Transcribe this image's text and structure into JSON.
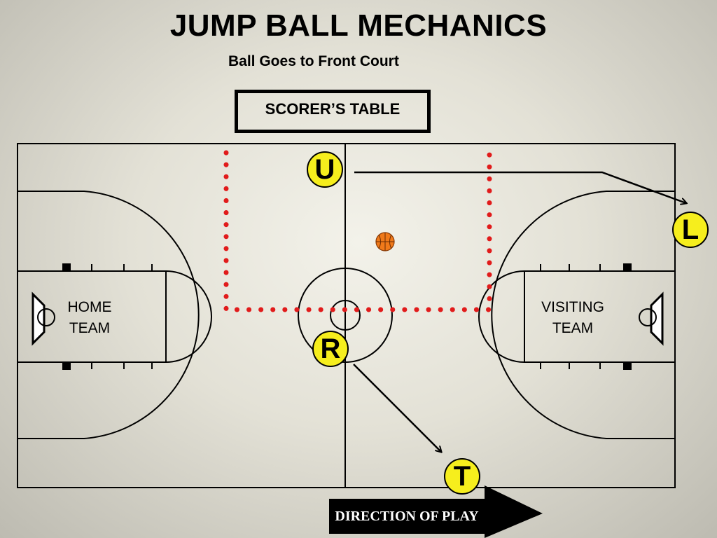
{
  "title": "JUMP BALL MECHANICS",
  "subtitle": "Ball Goes to Front Court",
  "scorers_table": "SCORER’S TABLE",
  "teams": {
    "home": [
      "HOME",
      "TEAM"
    ],
    "visiting": [
      "VISITING",
      "TEAM"
    ]
  },
  "officials": {
    "u": "U",
    "l": "L",
    "r": "R",
    "t": "T"
  },
  "direction_of_play": "DIRECTION OF PLAY",
  "colors": {
    "official_fill": "#f6ee1d",
    "coverage_dots": "#e11b1b",
    "ball": "#f07a1a",
    "arrow": "#000000"
  }
}
